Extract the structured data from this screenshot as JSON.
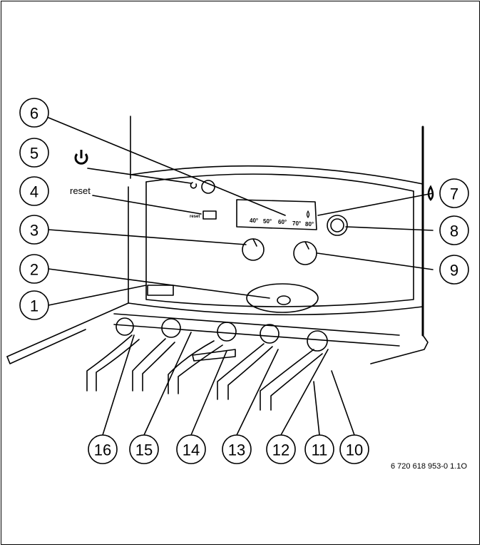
{
  "figure": {
    "reset_text": "reset",
    "reset_small_text": "reset",
    "scale_labels": [
      "40°",
      "50°",
      "60°",
      "70°",
      "80°"
    ],
    "callouts": [
      "1",
      "2",
      "3",
      "4",
      "5",
      "6",
      "7",
      "8",
      "9",
      "10",
      "11",
      "12",
      "13",
      "14",
      "15",
      "16"
    ],
    "code": "6 720 618 953-0 1.1O"
  }
}
